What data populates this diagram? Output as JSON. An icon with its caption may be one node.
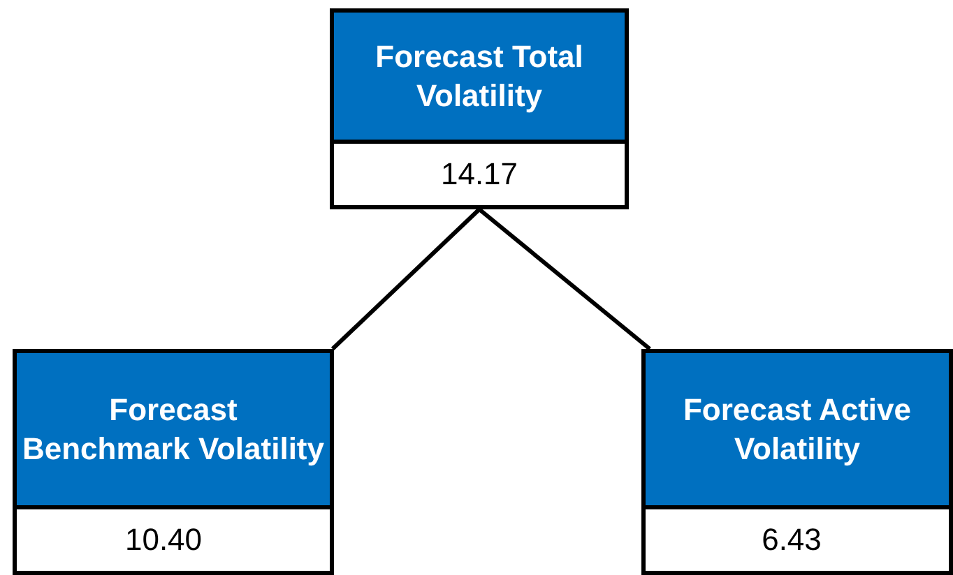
{
  "diagram": {
    "nodes": [
      {
        "text": [
          "Forecast Total Volatility",
          "14.17"
        ]
      },
      {
        "text": [
          "Forecast Benchmark Volatility",
          "10.40"
        ]
      },
      {
        "text": [
          "Forecast Active Volatility",
          "6.43"
        ]
      }
    ],
    "edges": [
      {
        "from": 0,
        "to": 1,
        "arrow": "none"
      },
      {
        "from": 0,
        "to": 2,
        "arrow": "none"
      }
    ]
  }
}
